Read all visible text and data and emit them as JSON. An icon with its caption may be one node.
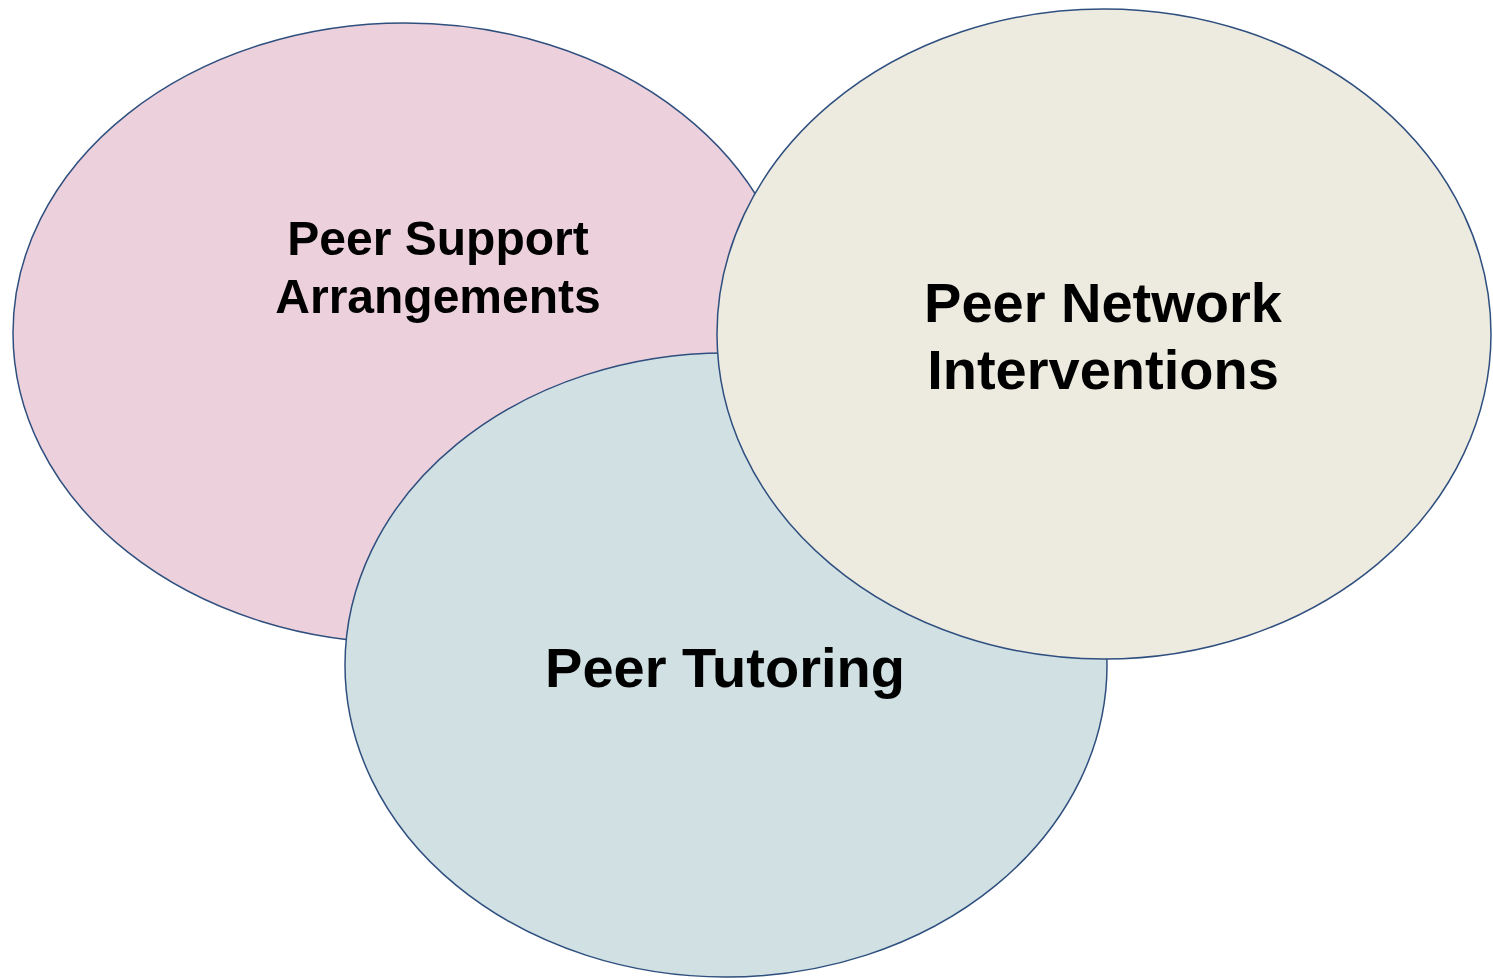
{
  "diagram": {
    "nodes": [
      {
        "text": [
          "Peer Support Arrangements"
        ]
      },
      {
        "text": [
          "Peer Tutoring"
        ]
      },
      {
        "text": [
          "Peer Network Interventions"
        ]
      }
    ]
  }
}
